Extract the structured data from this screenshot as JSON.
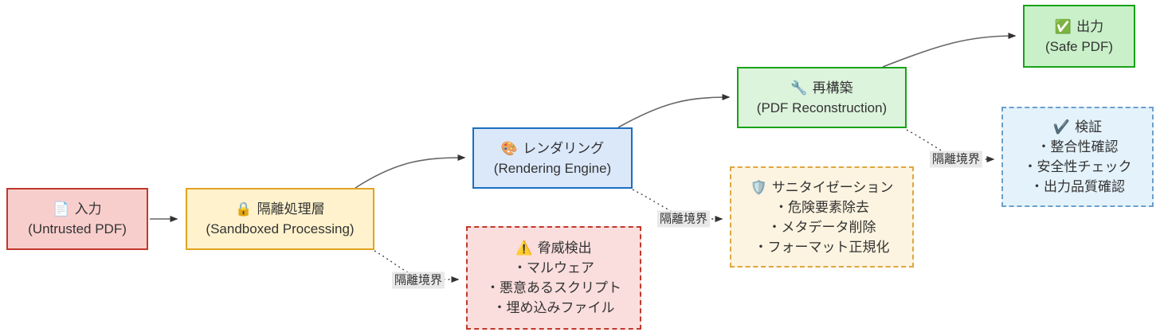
{
  "diagram": {
    "description_type": "flowchart",
    "nodes": {
      "input": {
        "icon": "📄",
        "icon_name": "document-icon",
        "title": "入力",
        "subtitle": "(Untrusted PDF)"
      },
      "sandbox": {
        "icon": "🔒",
        "icon_name": "lock-icon",
        "title": "隔離処理層",
        "subtitle": "(Sandboxed Processing)"
      },
      "render": {
        "icon": "🎨",
        "icon_name": "palette-icon",
        "title": "レンダリング",
        "subtitle": "(Rendering Engine)"
      },
      "reconstruct": {
        "icon": "🔧",
        "icon_name": "wrench-icon",
        "title": "再構築",
        "subtitle": "(PDF Reconstruction)"
      },
      "output": {
        "icon": "✅",
        "icon_name": "check-box-icon",
        "title": "出力",
        "subtitle": "(Safe PDF)"
      },
      "threat": {
        "icon": "⚠️",
        "icon_name": "warning-icon",
        "title": "脅威検出",
        "items": [
          "・マルウェア",
          "・悪意あるスクリプト",
          "・埋め込みファイル"
        ]
      },
      "sanitize": {
        "icon": "🛡️",
        "icon_name": "shield-icon",
        "title": "サニタイゼーション",
        "items": [
          "・危険要素除去",
          "・メタデータ削除",
          "・フォーマット正規化"
        ]
      },
      "verify": {
        "icon": "✔️",
        "icon_name": "check-mark-icon",
        "title": "検証",
        "items": [
          "・整合性確認",
          "・安全性チェック",
          "・出力品質確認"
        ]
      }
    },
    "edge_labels": {
      "sandbox_to_threat": "隔離境界",
      "render_to_sanitize": "隔離境界",
      "reconstruct_to_verify": "隔離境界"
    },
    "colors": {
      "input_fill": "#f8cecc",
      "input_stroke": "#c0392b",
      "sandbox_fill": "#fff2cc",
      "sandbox_stroke": "#e2a321",
      "render_fill": "#dbe8fa",
      "render_stroke": "#1b6fc1",
      "reconstruct_fill": "#dcf3dc",
      "reconstruct_stroke": "#17a317",
      "output_fill": "#c9f0c9",
      "output_stroke": "#17a317",
      "threat_fill": "#fadddd",
      "threat_stroke": "#c0392b",
      "sanitize_fill": "#fcf4e0",
      "sanitize_stroke": "#dfa640",
      "verify_fill": "#e4f2fb",
      "verify_stroke": "#6d9fcd",
      "edge_line": "#666666",
      "arrowhead": "#333333",
      "edge_label_bg": "#e8e8e8",
      "text": "#333333",
      "background": "#ffffff"
    }
  }
}
